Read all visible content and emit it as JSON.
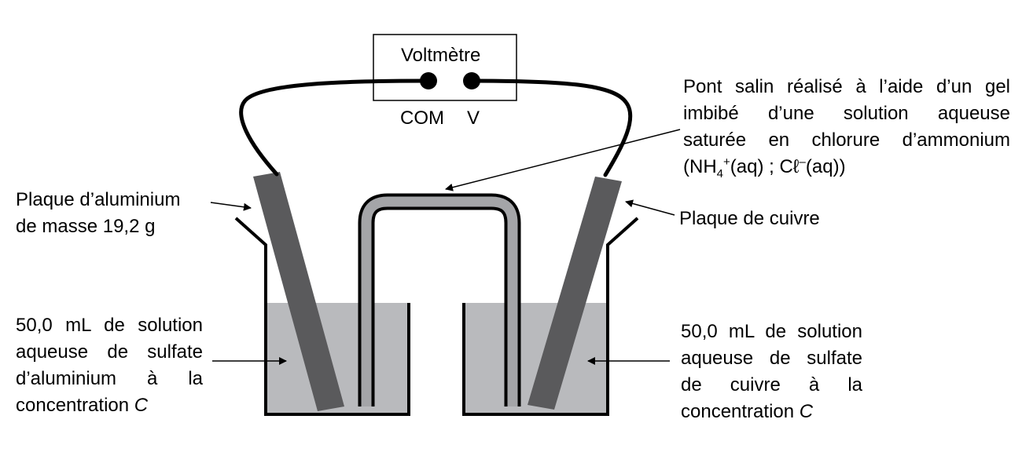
{
  "voltmeter": {
    "title": "Voltmètre",
    "com_label": "COM",
    "v_label": "V"
  },
  "salt_bridge": {
    "line1": "Pont salin réalisé à l’aide d’un gel",
    "line2": "imbibé d’une solution aqueuse",
    "line3": "saturée en chlorure d’ammonium",
    "line4_prefix": "(NH",
    "line4_sub": "4",
    "line4_sup": "+",
    "line4_mid": "(aq) ; Cℓ",
    "line4_sup2": "–",
    "line4_suffix": "(aq))"
  },
  "aluminium_plate": {
    "line1": "Plaque d’aluminium",
    "line2": "de masse 19,2 g"
  },
  "copper_plate": {
    "line1": "Plaque de cuivre"
  },
  "aluminium_solution": {
    "line1": "50,0 mL de solution",
    "line2": "aqueuse de sulfate",
    "line3": "d’aluminium à la",
    "line4_text": "concentration ",
    "line4_var": "C"
  },
  "copper_solution": {
    "line1": "50,0 mL de solution",
    "line2": "aqueuse de sulfate",
    "line3": "de cuivre à la",
    "line4_text": "concentration ",
    "line4_var": "C"
  },
  "colors": {
    "liquid": "#b9babd",
    "plate": "#5a5a5c",
    "bridge_fill": "#a4a5a8",
    "ink": "#000000"
  }
}
